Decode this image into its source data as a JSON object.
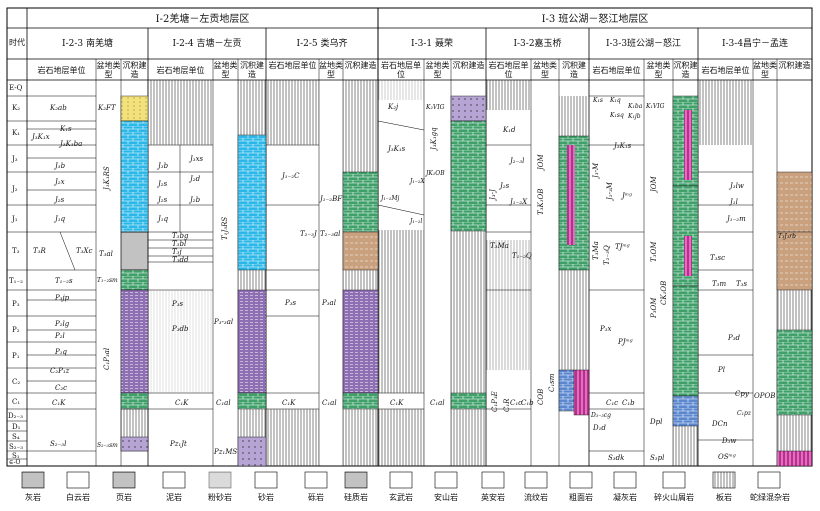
{
  "header": {
    "period_label": "时代",
    "region_left": "Ⅰ-2羌塘－左贡地层区",
    "region_right": "Ⅰ-3 班公湖－怒江地层区",
    "sub": [
      "Ⅰ-2-3 南羌塘",
      "Ⅰ-2-4 吉塘－左贡",
      "Ⅰ-2-5 类乌齐",
      "Ⅰ-3-1 聂荣",
      "Ⅰ-3-2嘉玉桥",
      "Ⅰ-3-3班公湖－怒江",
      "Ⅰ-3-4昌宁－孟连"
    ],
    "col_rock": "岩石地层单位",
    "col_rock_short": "岩石地层单位",
    "col_basin": "盆地类型",
    "col_sed": "沉积建造"
  },
  "periods": [
    "E-Q",
    "K₂",
    "K₁",
    "J₃",
    "J₂",
    "J₁",
    "T₃",
    "T₁₋₂",
    "P₃",
    "P₂",
    "P₁",
    "C₂",
    "C₁",
    "D₂₋₃",
    "D₁",
    "S₄",
    "S₂₋₃",
    "S₁",
    "∈-O"
  ],
  "units": {
    "nqt": [
      "K₂ab",
      "K₁s",
      "J₃K₁x",
      "J₃K₁ba",
      "J₃b",
      "J₂x",
      "J₂s",
      "J₁q",
      "T₃R",
      "T₃Xc",
      "T₁₋₂s",
      "P₃jp",
      "P₂lg",
      "P₂l",
      "P₁q",
      "C₂P₁z",
      "C₂c",
      "C₁K",
      "S₂₋₃l"
    ],
    "nqt_basin": [
      "K₂FT",
      "J₁K₁RS",
      "T₃al",
      "T₁₋₂sm",
      "C₁P₃al",
      "S₂₋₃sm"
    ],
    "jt": [
      "J₃b",
      "J₃xs",
      "J₂s",
      "J₂d",
      "J₂s",
      "J₂b",
      "J₁q",
      "T₃bg",
      "T₃bl",
      "T₃j",
      "T₃dd",
      "P₃s",
      "P₃db",
      "C₁K",
      "Pz₁Jt"
    ],
    "jt_basin": [
      "T₁J₃RS",
      "P₃-₃al",
      "C₁al",
      "Pz₁MS"
    ],
    "lwq": [
      "J₁₋₂C",
      "T₂₋₃J",
      "P₃s",
      "C₁K"
    ],
    "lwq_basin": [
      "J₁₋₂BF",
      "T₂₋₃al",
      "P₃al",
      "C₁al"
    ],
    "nr": [
      "K₂j",
      "J₃K₁s",
      "J₁₋₂Mj",
      "J₁₋₂X",
      "J₁₋₂l",
      "C₁K"
    ],
    "nr_basin": [
      "K₂VIG",
      "J₃K₁gq",
      "JK₁OB",
      "C₁al"
    ],
    "jyq": [
      "K₁d",
      "J₂₋₃l",
      "J₂s",
      "J₁₋₂X",
      "J₃-J",
      "T₃Ma",
      "T₁₋₂Q",
      "C₁R",
      "C₁c",
      "C₁b",
      "C₁P₃E",
      "C₁sm"
    ],
    "jyq_basin": [
      "T₃K₁OB",
      "COB",
      "JOM"
    ],
    "bgh": [
      "K₁s",
      "K₁q",
      "K₁ba",
      "K₁sq",
      "K₁jb",
      "J₃K₁s",
      "J₃-M",
      "J₂-₃M",
      "Jᵐᵍ",
      "T₃Ma",
      "T₂₋₃Q",
      "TJᵐᵍ",
      "P₃x",
      "PJᵐᵍ",
      "C₁c",
      "C₁b",
      "D₃₋₃cg",
      "D₁d",
      "S₃dk"
    ],
    "bgh_basin": [
      "K₁VIG",
      "JOM",
      "T₃OM",
      "P₃OM",
      "CK₁OB",
      "Dpl",
      "S₃pl"
    ],
    "cnml": [
      "J₃lw",
      "J₁l",
      "J₁₋₂m",
      "T₃sc",
      "T₃m",
      "T₃s",
      "P₃d",
      "Pl",
      "Cpy",
      "C₁pz",
      "DCn",
      "D₃w",
      "OSᵐᵍ"
    ],
    "cnml_basin": [
      "T₃J₃rb",
      "OPOB"
    ]
  },
  "legend": [
    "灰岩",
    "白云岩",
    "页岩",
    "泥岩",
    "粉砂岩",
    "砂岩",
    "砾岩",
    "硅质岩",
    "玄武岩",
    "安山岩",
    "英安岩",
    "流纹岩",
    "粗面岩",
    "凝灰岩",
    "碎火山屑岩",
    "板岩",
    "蛇绿混杂岩"
  ],
  "colors": {
    "limestone": "#3fa06a",
    "cyan": "#2bb7e8",
    "purple": "#8e6fb3",
    "magenta": "#c22a93",
    "yellow": "#f3e27a",
    "tan": "#c9a17f",
    "lavender": "#b5a4d4",
    "blue": "#5b87cf",
    "teal": "#3a8fa3"
  }
}
